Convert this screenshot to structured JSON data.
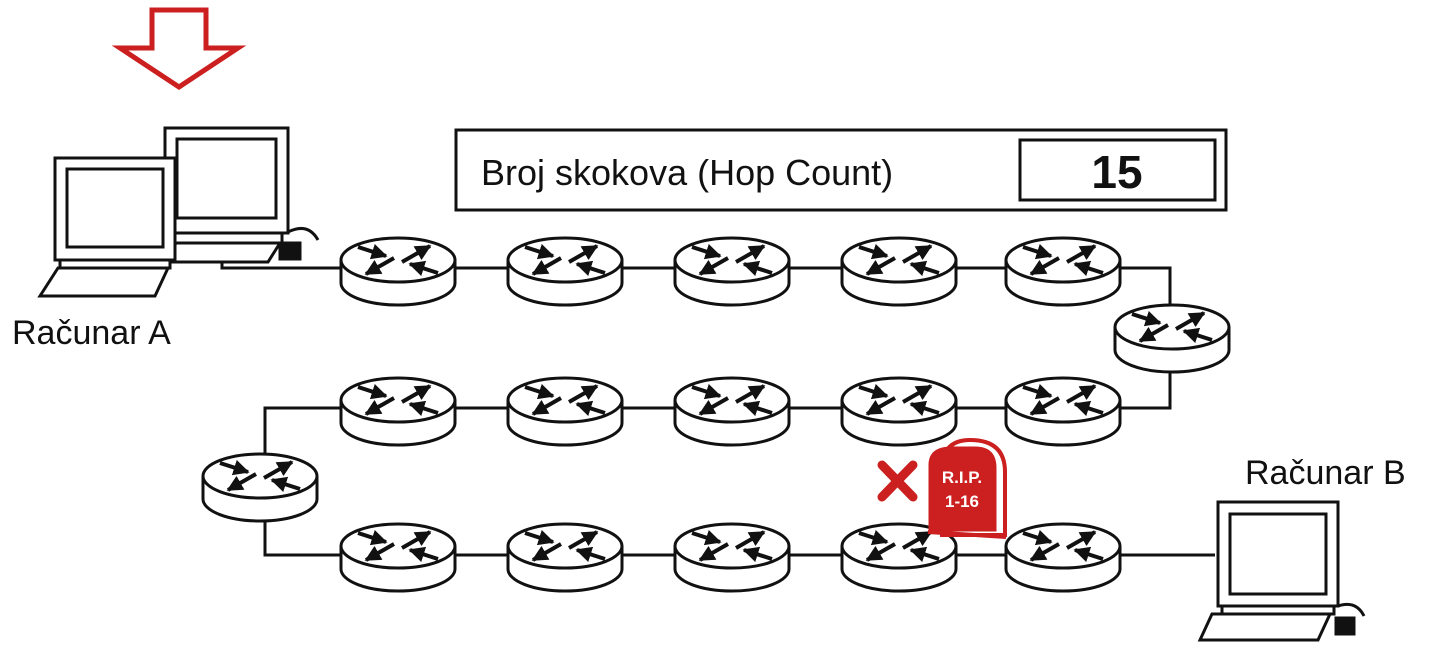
{
  "computer_a": {
    "label": "Računar A"
  },
  "computer_b": {
    "label": "Računar B"
  },
  "hop_count": {
    "label": "Broj skokova (Hop Count)",
    "value": "15"
  },
  "tombstone": {
    "line1": "R.I.P.",
    "line2": "1-16"
  },
  "colors": {
    "accent": "#cc1f1f",
    "line": "#111111",
    "background": "#ffffff"
  },
  "icons": {
    "router": "router-icon",
    "computer": "computer-icon",
    "failure": "red-x-icon",
    "marker": "down-arrow-icon"
  }
}
